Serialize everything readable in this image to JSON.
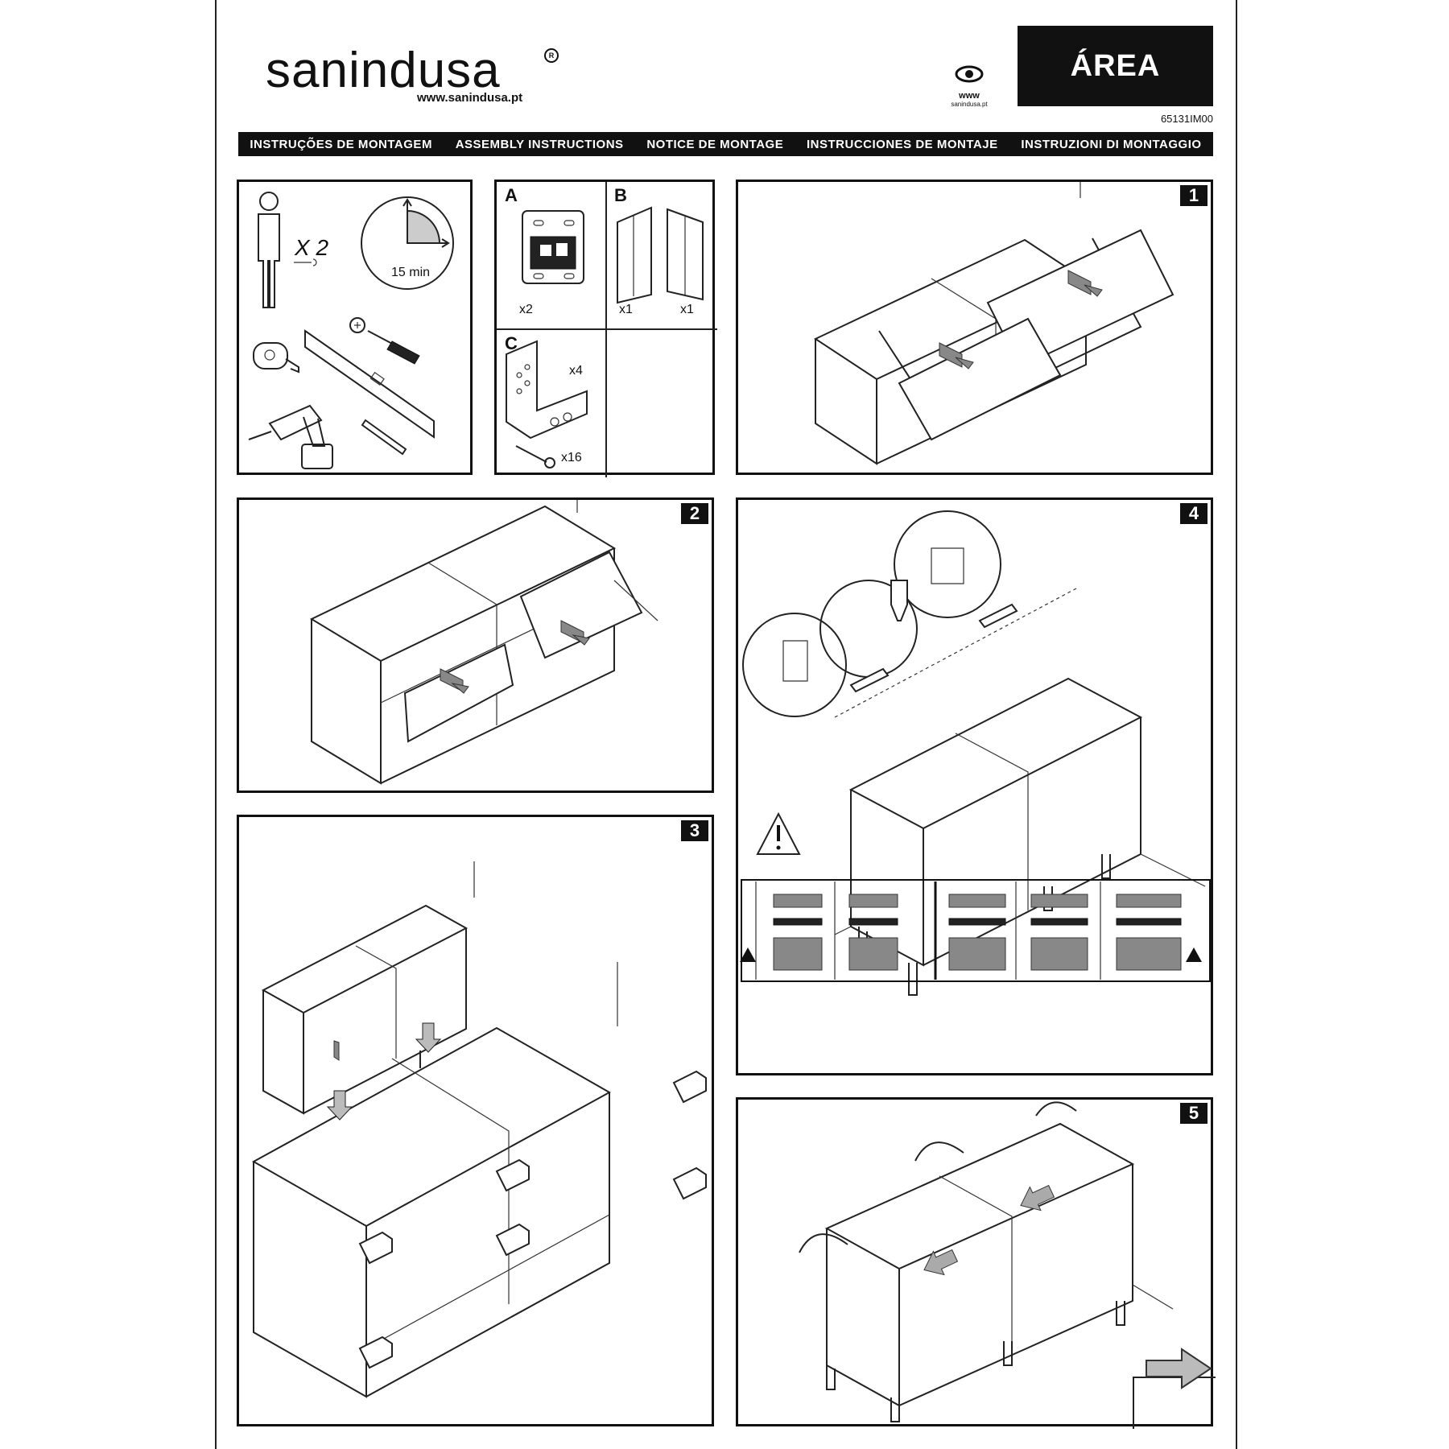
{
  "header": {
    "brand": "sanindusa",
    "brand_mark": "R",
    "website": "www.sanindusa.pt",
    "web_icon_label": "www",
    "web_icon_sub": "sanindusa.pt",
    "product_name": "ÁREA",
    "doc_code": "65131IM00"
  },
  "instruction_titles": [
    "INSTRUÇÕES DE MONTAGEM",
    "ASSEMBLY INSTRUCTIONS",
    "NOTICE DE MONTAGE",
    "INSTRUCCIONES DE MONTAJE",
    "INSTRUZIONI DI MONTAGGIO"
  ],
  "requirements": {
    "people": "X 2",
    "time": "15 min"
  },
  "parts": {
    "a": {
      "label": "A",
      "qty": "x2"
    },
    "b": {
      "label": "B",
      "qty_left": "x1",
      "qty_right": "x1"
    },
    "c": {
      "label": "C",
      "qty_bracket": "x4",
      "qty_screw": "x16"
    }
  },
  "steps": [
    "1",
    "2",
    "3",
    "4",
    "5"
  ],
  "icons": [
    "person-icon",
    "clock-icon",
    "tape-measure-icon",
    "level-icon",
    "screwdriver-icon",
    "drill-icon",
    "pencil-icon",
    "warning-icon",
    "next-arrow-icon"
  ]
}
